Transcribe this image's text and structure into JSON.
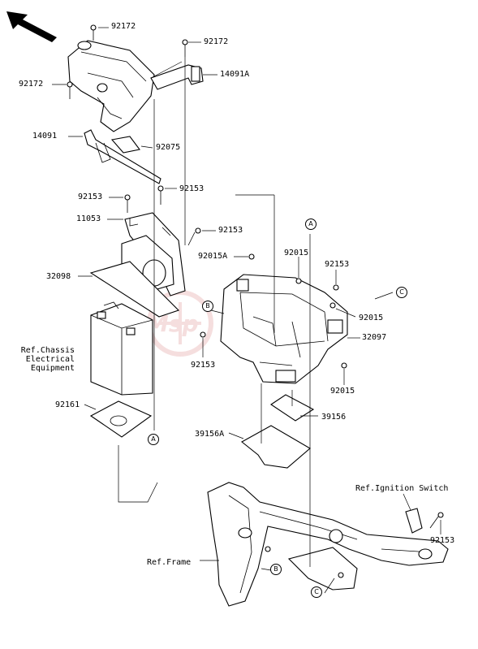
{
  "diagram": {
    "part_numbers": {
      "p92172_top": "92172",
      "p92172_mid": "92172",
      "p92172_left": "92172",
      "p14091A": "14091A",
      "p14091": "14091",
      "p92075": "92075",
      "p92153_a": "92153",
      "p92153_b": "92153",
      "p11053": "11053",
      "p92153_c": "92153",
      "p92015A": "92015A",
      "p92015_a": "92015",
      "p92153_d": "92153",
      "p32098": "32098",
      "p92015_b": "92015",
      "p32097": "32097",
      "p92153_e": "92153",
      "p92015_c": "92015",
      "p92161": "92161",
      "p39156": "39156",
      "p39156A": "39156A",
      "p92153_f": "92153"
    },
    "references": {
      "chassis_line1": "Ref.Chassis",
      "chassis_line2": "Electrical",
      "chassis_line3": "Equipment",
      "ignition": "Ref.Ignition Switch",
      "frame": "Ref.Frame"
    },
    "callouts": {
      "A_upper": "A",
      "A_lower": "A",
      "B_left": "B",
      "B_frame": "B",
      "C_right": "C",
      "C_frame": "C"
    }
  }
}
